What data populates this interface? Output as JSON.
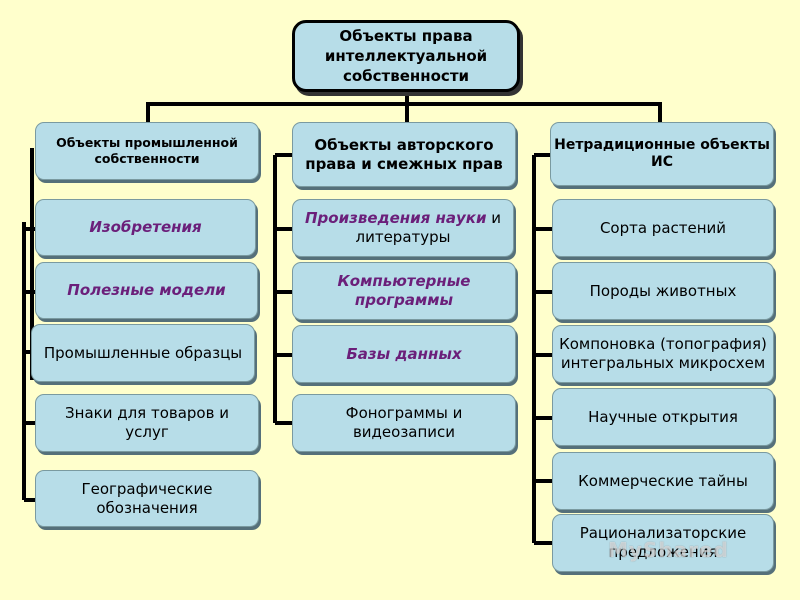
{
  "root": "Объекты права интеллектуальной собственности",
  "columns": [
    {
      "header": "Объекты промышленной собственности",
      "items": [
        "Изобретения",
        "Полезные модели",
        "Промышленные образцы",
        "Знаки для товаров и услуг",
        "Географические обозначения"
      ]
    },
    {
      "header": "Объекты авторского права и смежных прав",
      "items": [
        {
          "a": "Произведения науки",
          "b": " и литературы"
        },
        "Компьютерные программы",
        "Базы данных",
        "Фонограммы и видеозаписи"
      ]
    },
    {
      "header": "Нетрадиционные объекты ИС",
      "items": [
        "Сорта растений",
        "Породы животных",
        "Компоновка (топография) интегральных микросхем",
        "Научные открытия",
        "Коммерческие тайны",
        "Рационализаторские предложения"
      ]
    }
  ],
  "colors": {
    "background": "#FFFFCC",
    "box": "#B7DDE8",
    "emphasis": "#6B1F7A",
    "lines": "#000000"
  }
}
